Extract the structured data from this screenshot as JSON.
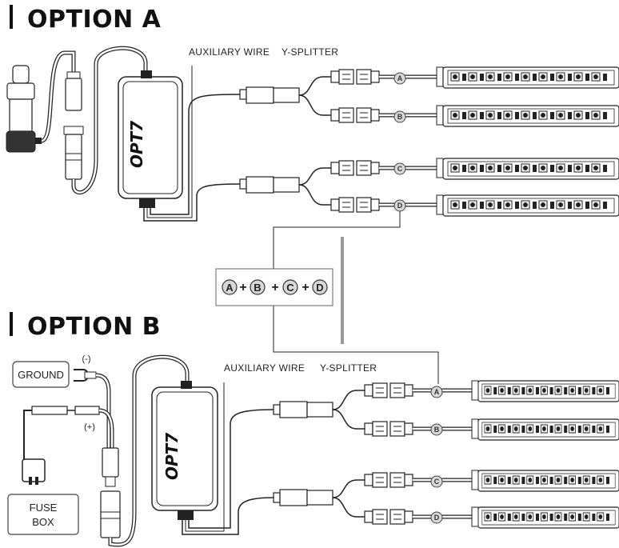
{
  "option_a": {
    "title": "OPTION A",
    "auxiliary_wire_label": "AUXILIARY WIRE",
    "y_splitter_label": "Y-SPLITTER",
    "controller_logo": "OPT7",
    "outputs": [
      "A",
      "B",
      "C",
      "D"
    ]
  },
  "combination": {
    "items": [
      "A",
      "B",
      "C",
      "D"
    ],
    "operator": "+"
  },
  "option_b": {
    "title": "OPTION B",
    "ground_label": "GROUND",
    "fuse_box_label_line1": "FUSE",
    "fuse_box_label_line2": "BOX",
    "negative_label": "(-)",
    "positive_label": "(+)",
    "auxiliary_wire_label": "AUXILIARY WIRE",
    "y_splitter_label": "Y-SPLITTER",
    "controller_logo": "OPT7",
    "outputs": [
      "A",
      "B",
      "C",
      "D"
    ]
  }
}
